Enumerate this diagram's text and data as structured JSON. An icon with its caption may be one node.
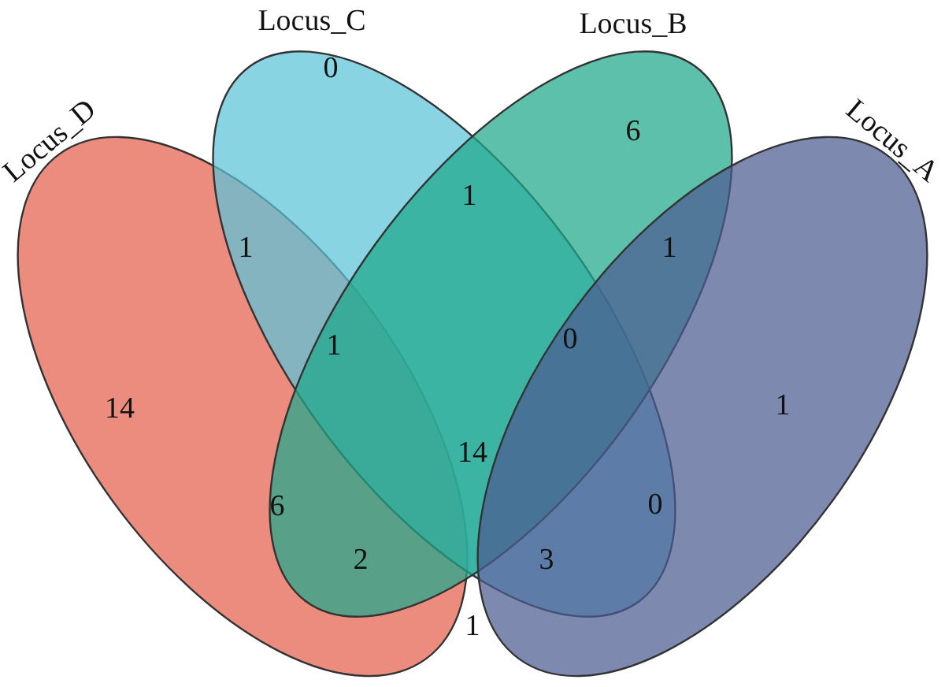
{
  "diagram": {
    "nodes": [
      {
        "text": [
          "Locus_C"
        ]
      },
      {
        "text": [
          "Locus_B"
        ]
      },
      {
        "text": [
          "Locus_D"
        ]
      },
      {
        "text": [
          "Locus_A"
        ]
      }
    ],
    "labels": [
      "0",
      "6",
      "1",
      "1",
      "1",
      "1",
      "0",
      "14",
      "1",
      "14",
      "6",
      "0",
      "2",
      "3",
      "1"
    ]
  }
}
